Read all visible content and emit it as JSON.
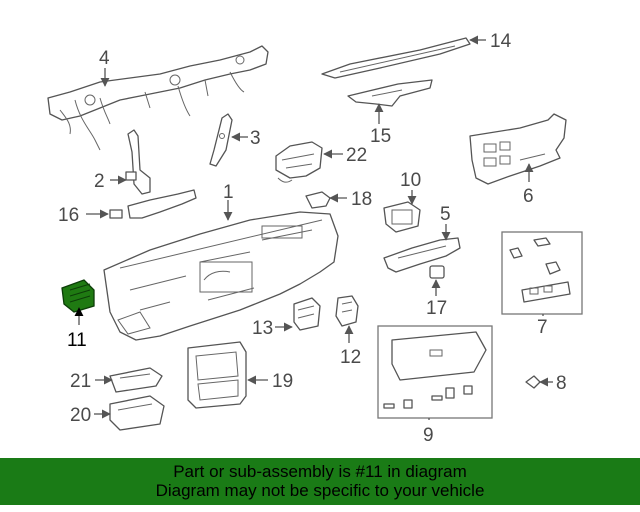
{
  "diagram": {
    "highlight_color": "#1f7a12",
    "callouts": [
      {
        "id": "1",
        "label": "1"
      },
      {
        "id": "2",
        "label": "2"
      },
      {
        "id": "3",
        "label": "3"
      },
      {
        "id": "4",
        "label": "4"
      },
      {
        "id": "5",
        "label": "5"
      },
      {
        "id": "6",
        "label": "6"
      },
      {
        "id": "7",
        "label": "7"
      },
      {
        "id": "8",
        "label": "8"
      },
      {
        "id": "9",
        "label": "9"
      },
      {
        "id": "10",
        "label": "10"
      },
      {
        "id": "11",
        "label": "11"
      },
      {
        "id": "12",
        "label": "12"
      },
      {
        "id": "13",
        "label": "13"
      },
      {
        "id": "14",
        "label": "14"
      },
      {
        "id": "15",
        "label": "15"
      },
      {
        "id": "16",
        "label": "16"
      },
      {
        "id": "17",
        "label": "17"
      },
      {
        "id": "18",
        "label": "18"
      },
      {
        "id": "19",
        "label": "19"
      },
      {
        "id": "20",
        "label": "20"
      },
      {
        "id": "21",
        "label": "21"
      },
      {
        "id": "22",
        "label": "22"
      }
    ]
  },
  "banner": {
    "background": "#1a7b16",
    "line1": "Part or sub-assembly is #11 in diagram",
    "line2": "Diagram may not be specific to your vehicle"
  }
}
